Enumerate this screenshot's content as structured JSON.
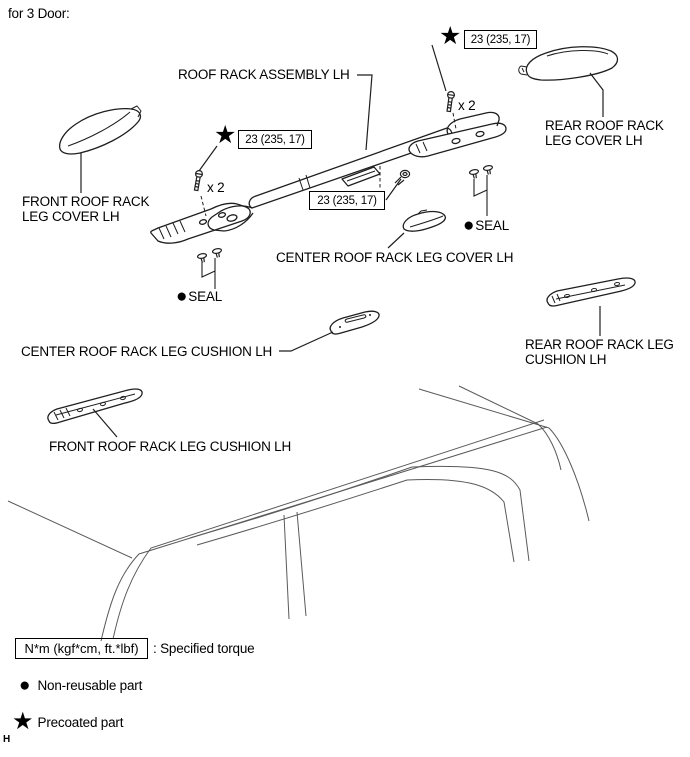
{
  "page": {
    "header": "for 3 Door:",
    "page_mark": "H"
  },
  "icons": {
    "star": "★",
    "dot": "●"
  },
  "callouts": {
    "torque_value": "23 (235, 17)",
    "quantity": "x 2",
    "seal": "SEAL"
  },
  "part_labels": {
    "roof_rack_assembly": "ROOF RACK ASSEMBLY LH",
    "rear_leg_cover": "REAR ROOF RACK\nLEG COVER LH",
    "front_leg_cover": "FRONT ROOF RACK\nLEG COVER LH",
    "center_leg_cover": "CENTER ROOF RACK LEG COVER LH",
    "center_leg_cushion": "CENTER ROOF RACK LEG CUSHION LH",
    "rear_leg_cushion": "REAR ROOF RACK LEG\nCUSHION LH",
    "front_leg_cushion": "FRONT ROOF RACK LEG CUSHION LH"
  },
  "legend": {
    "torque_unit": "N*m (kgf*cm, ft.*lbf)",
    "torque_desc": ": Specified torque",
    "non_reusable": "Non-reusable part",
    "precoated": "Precoated part"
  }
}
